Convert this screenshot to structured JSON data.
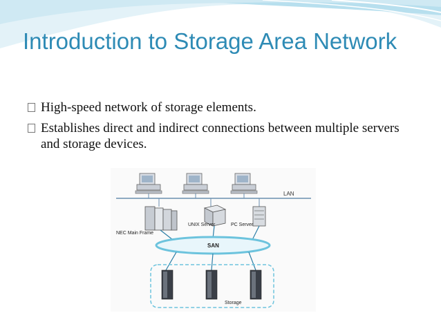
{
  "slide": {
    "title": "Introduction to Storage Area Network",
    "bullets": [
      "High-speed network of storage elements.",
      "Establishes direct and indirect connections between multiple servers and storage devices."
    ]
  },
  "diagram": {
    "lan_label": "LAN",
    "san_label": "SAN",
    "storage_label": "Storage",
    "servers": [
      {
        "label": "NEC Main Frame"
      },
      {
        "label": "UNIX Server"
      },
      {
        "label": "PC Server"
      }
    ]
  },
  "colors": {
    "title": "#2e8bb5",
    "wave_light": "#d8eef6",
    "wave_mid": "#a9d8ea",
    "san_ellipse": "#6cc3dd"
  }
}
